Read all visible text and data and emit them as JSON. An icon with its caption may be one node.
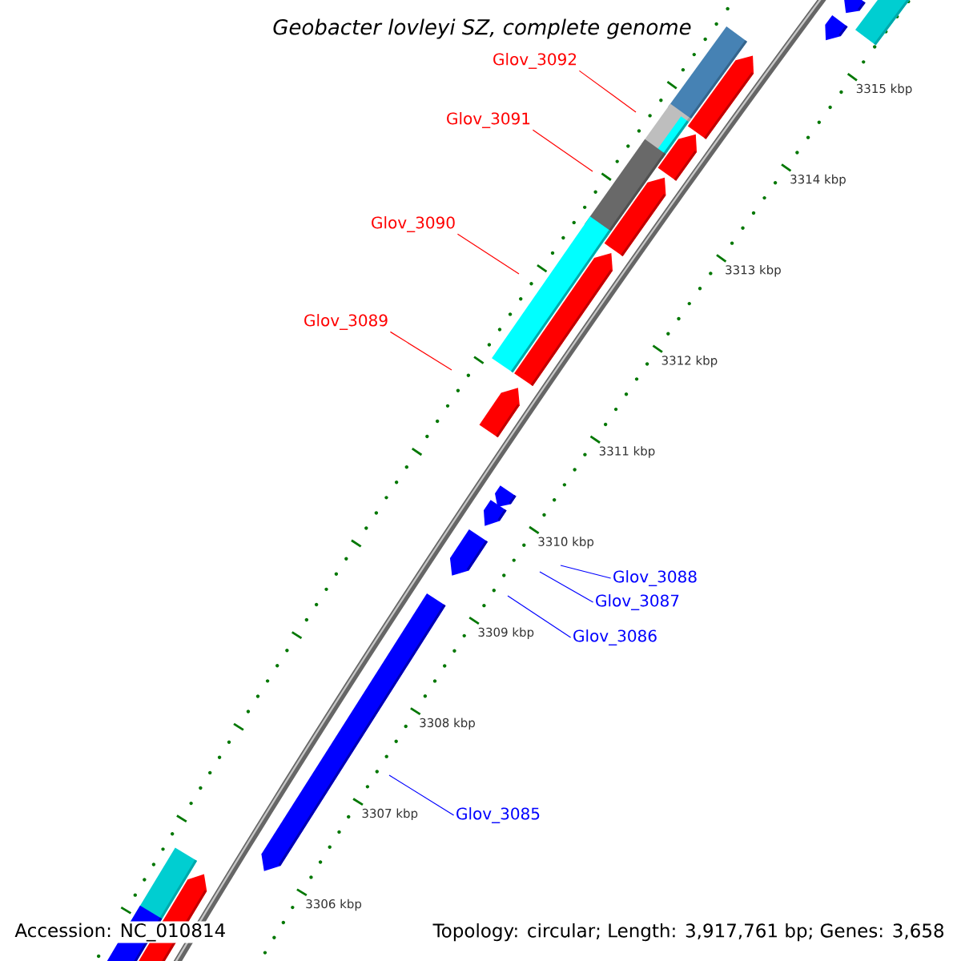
{
  "diagram": {
    "title": "Geobacter lovleyi SZ, complete genome",
    "nodes": [
      {
        "text": [
          "Glov_3092"
        ]
      },
      {
        "text": [
          "Glov_3091"
        ]
      },
      {
        "text": [
          "Glov_3090"
        ]
      },
      {
        "text": [
          "Glov_3089"
        ]
      },
      {
        "text": [
          "Glov_3088"
        ]
      },
      {
        "text": [
          "Glov_3087"
        ]
      },
      {
        "text": [
          "Glov_3086"
        ]
      },
      {
        "text": [
          "Glov_3085"
        ]
      }
    ],
    "edges": [
      {
        "from": 0,
        "to": null,
        "arrow": "none",
        "color": "#ff0000"
      },
      {
        "from": 1,
        "to": null,
        "arrow": "none",
        "color": "#ff0000"
      },
      {
        "from": 2,
        "to": null,
        "arrow": "none",
        "color": "#ff0000"
      },
      {
        "from": 3,
        "to": null,
        "arrow": "none",
        "color": "#ff0000"
      },
      {
        "from": 4,
        "to": null,
        "arrow": "none",
        "color": "#0000ff"
      },
      {
        "from": 5,
        "to": null,
        "arrow": "none",
        "color": "#0000ff"
      },
      {
        "from": 6,
        "to": null,
        "arrow": "none",
        "color": "#0000ff"
      },
      {
        "from": 7,
        "to": null,
        "arrow": "none",
        "color": "#0000ff"
      }
    ],
    "labels": [
      "3315 kbp",
      "3314 kbp",
      "3313 kbp",
      "3312 kbp",
      "3311 kbp",
      "3310 kbp",
      "3309 kbp",
      "3308 kbp",
      "3307 kbp",
      "3306 kbp",
      "Accession: NC_010814",
      "Topology: circular; Length: 3,917,761 bp; Genes: 3,658"
    ]
  }
}
